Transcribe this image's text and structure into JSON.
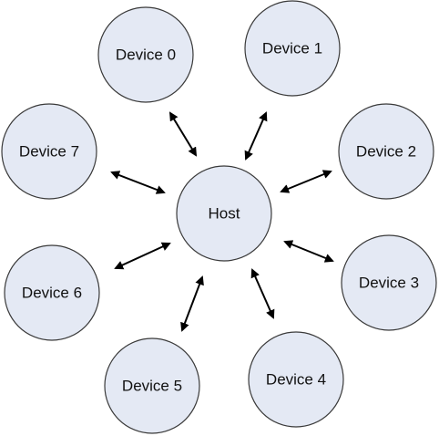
{
  "host": {
    "label": "Host"
  },
  "devices": [
    {
      "label": "Device 0"
    },
    {
      "label": "Device 1"
    },
    {
      "label": "Device 2"
    },
    {
      "label": "Device 3"
    },
    {
      "label": "Device 4"
    },
    {
      "label": "Device 5"
    },
    {
      "label": "Device 6"
    },
    {
      "label": "Device 7"
    }
  ],
  "colors": {
    "node_fill": "#e4e9f4",
    "node_stroke": "#3a3a3a",
    "arrow": "#000000"
  }
}
